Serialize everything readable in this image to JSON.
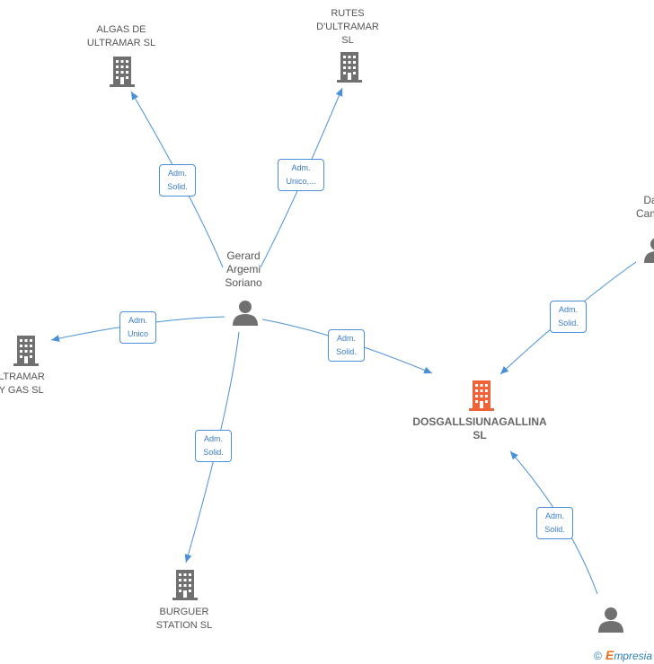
{
  "colors": {
    "edge": "#4a90d9",
    "company_icon": "#707070",
    "main_company_icon": "#f0623a",
    "person_icon": "#707070"
  },
  "nodes": {
    "algas": {
      "label": "ALGAS DE\nULTRAMAR  SL",
      "icon": "building-icon"
    },
    "rutes": {
      "label": "RUTES\nD'ULTRAMAR\nSL",
      "icon": "building-icon"
    },
    "ultramar_gas": {
      "label": "ULTRAMAR\nBY GAS  SL",
      "icon": "building-icon"
    },
    "burguer": {
      "label": "BURGUER\nSTATION SL",
      "icon": "building-icon"
    },
    "main": {
      "label": "DOSGALLSIUNAGALLINA\nSL",
      "icon": "building-icon"
    },
    "gerard": {
      "label": "Gerard\nArgemi\nSoriano",
      "icon": "person-icon"
    },
    "da_camp": {
      "label": "Da\nCamp",
      "icon": "person-icon"
    },
    "bottom_person": {
      "icon": "person-icon"
    }
  },
  "edges": {
    "gerard_algas": "Adm.\nSolid.",
    "gerard_rutes": "Adm.\nUnico,...",
    "gerard_ultramar_gas": "Adm.\nUnico",
    "gerard_main": "Adm.\nSolid.",
    "gerard_burguer": "Adm.\nSolid.",
    "dacamp_main": "Adm.\nSolid.",
    "bottom_main": "Adm.\nSolid."
  },
  "footer": {
    "copyright": "©",
    "brand_initial": "E",
    "brand_rest": "mpresia"
  }
}
